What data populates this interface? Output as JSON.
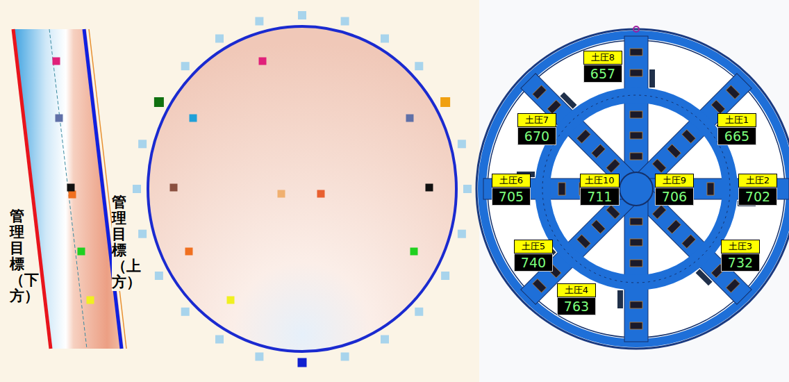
{
  "diagram": {
    "nodes": [
      {
        "text": [
          "土圧8",
          "657"
        ]
      },
      {
        "text": [
          "土圧7",
          "670"
        ]
      },
      {
        "text": [
          "土圧1",
          "665"
        ]
      },
      {
        "text": [
          "土圧6",
          "705"
        ]
      },
      {
        "text": [
          "土圧10",
          "711"
        ]
      },
      {
        "text": [
          "土圧9",
          "706"
        ]
      },
      {
        "text": [
          "土圧2",
          "702"
        ]
      },
      {
        "text": [
          "土圧5",
          "740"
        ]
      },
      {
        "text": [
          "土圧3",
          "732"
        ]
      },
      {
        "text": [
          "土圧4",
          "763"
        ]
      }
    ],
    "labels": [
      "管理目標（下方）",
      "管理目標（上方）"
    ]
  }
}
